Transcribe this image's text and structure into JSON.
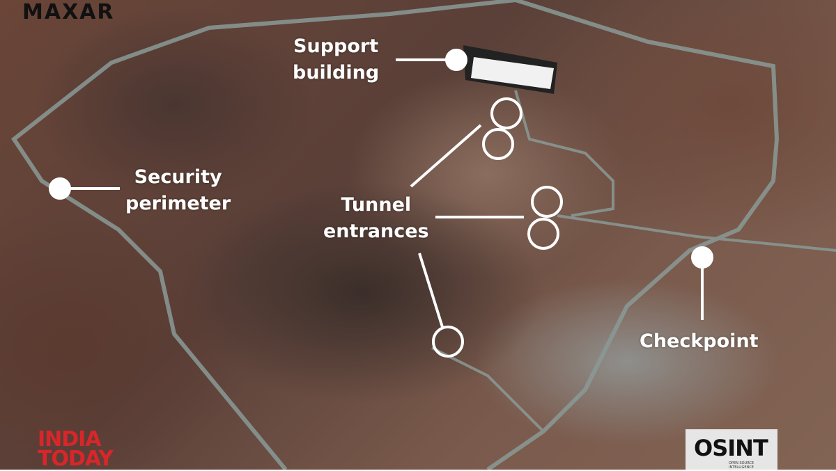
{
  "watermarks": {
    "maxar": "MAXAR",
    "india_today_line1": "INDIA",
    "india_today_line2": "TODAY",
    "osint": "OSINT",
    "osint_sub": "OPEN SOURCE INTELLIGENCE"
  },
  "annotations": {
    "support_building": {
      "line1": "Support",
      "line2": "building"
    },
    "security_perimeter": {
      "line1": "Security",
      "line2": "perimeter"
    },
    "tunnel_entrances": {
      "line1": "Tunnel",
      "line2": "entrances"
    },
    "checkpoint": "Checkpoint"
  },
  "colors": {
    "annotation": "#ffffff",
    "road": "#8a9a96",
    "brand_red": "#d8262b"
  }
}
